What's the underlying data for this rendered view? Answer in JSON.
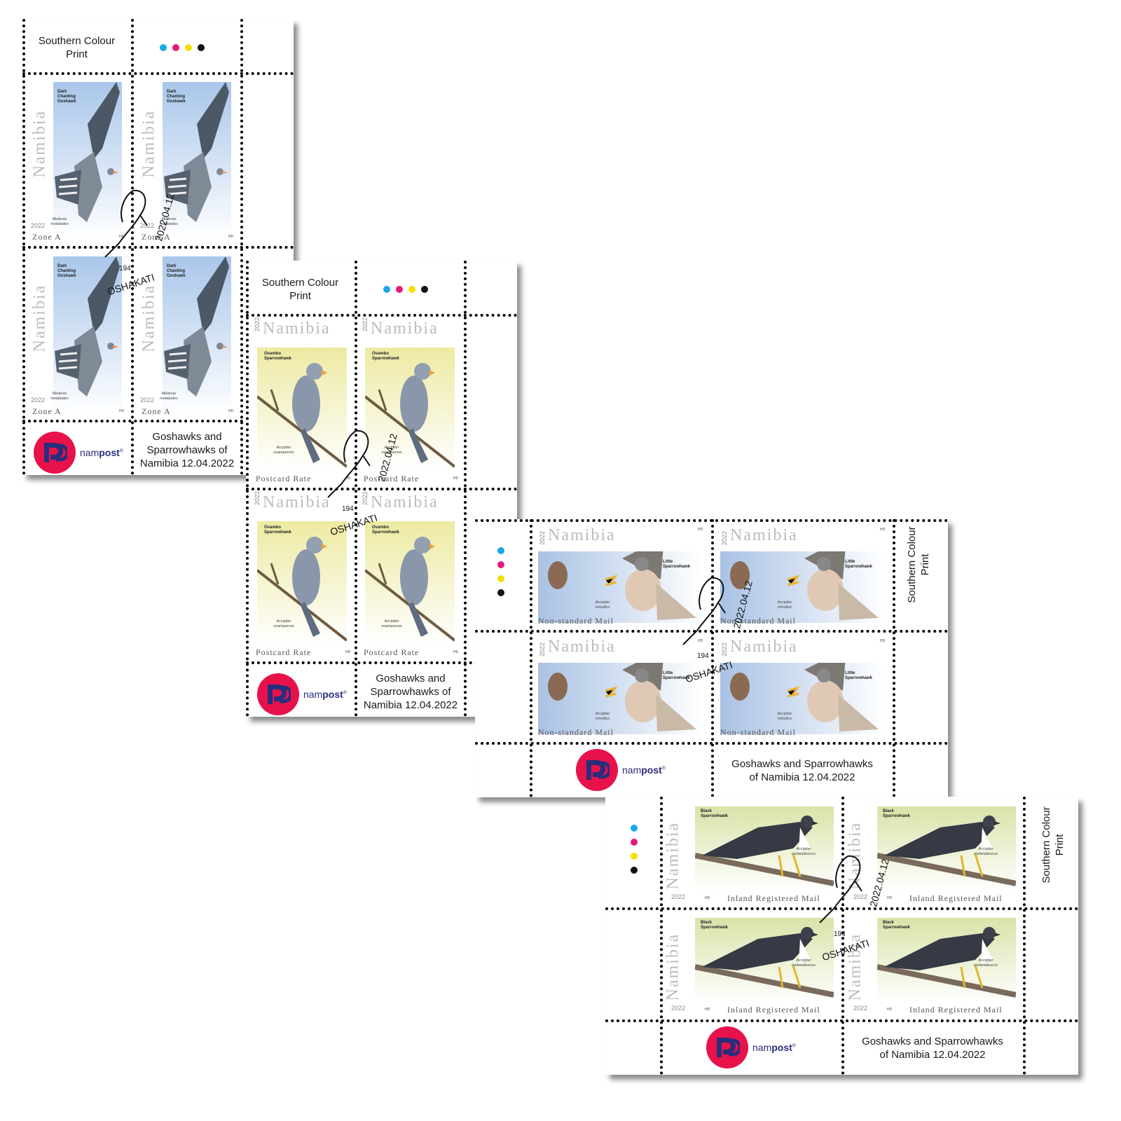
{
  "colors": {
    "cyan": "#1aa7e8",
    "magenta": "#e5197d",
    "yellow": "#f4e000",
    "black": "#111111",
    "brand": "#e8124a",
    "brand_dark": "#2a2d7c"
  },
  "common": {
    "printer": "Southern Colour Print",
    "country": "Namibia",
    "year": "2022",
    "designer": "HD",
    "brand_name_light": "nam",
    "brand_name_bold": "post",
    "brand_reg": "®",
    "title_a": "Goshawks and Sparrowhawks of Namibia 12.04.2022",
    "title_b": "Goshawks and Sparrowhawks of Namibia 12.04.2022",
    "cancel_place": "OSHAKATI",
    "cancel_date": "2022.04.12",
    "cancel_code": "194"
  },
  "sheets": [
    {
      "name": "Dark Chanting Goshawk",
      "common_name": "Dark Chanting Goshawk",
      "scientific": "Melierax metabates",
      "rate": "Zone A"
    },
    {
      "name": "Ovambo Sparrowhawk",
      "common_name": "Ovambo Sparrowhawk",
      "scientific": "Accipiter ovampensis",
      "rate": "Postcard Rate"
    },
    {
      "name": "Little Sparrowhawk",
      "common_name": "Little Sparrowhawk",
      "scientific": "Accipiter minullus",
      "rate": "Non-standard Mail"
    },
    {
      "name": "Black Sparrowhawk",
      "common_name": "Black Sparrowhawk",
      "scientific": "Accipiter melanoleucus",
      "rate": "Inland Registered Mail"
    }
  ]
}
